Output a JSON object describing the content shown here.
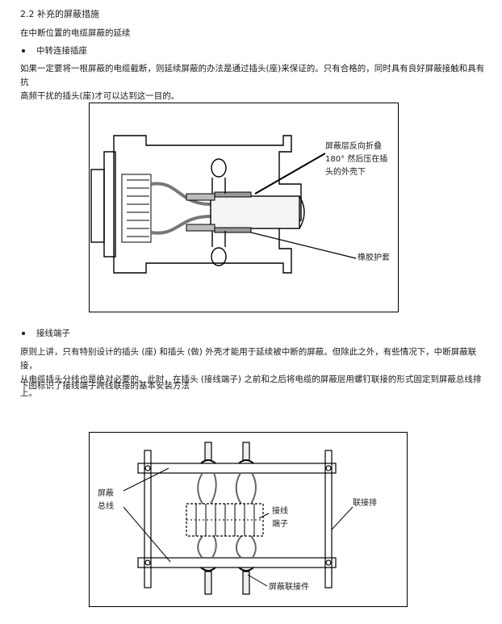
{
  "heading": "2.2 补充的屏蔽措施",
  "subheading": "在中断位置的电缆屏蔽的延续",
  "bullet1": "中转连接插座",
  "para1_line1": "如果一定要将一根屏蔽的电缆截断，则延续屏蔽的办法是通过插头(座)来保证的。只有合格的，同时具有良好屏蔽接触和具有抗",
  "para1_line2": "高频干扰的插头(座)才可以达到这一目的。",
  "figure1": {
    "label_shield_1": "屏蔽层反向折叠",
    "label_shield_2": "180° 然后压在插",
    "label_shield_3": "头的外壳下",
    "label_rubber": "橡胶护套"
  },
  "bullet2": "接线端子",
  "para2_line1": "原则上讲，只有特别设计的插头 (座) 和插头 (做) 外壳才能用于延续被中断的屏蔽。但除此之外，有些情况下，中断屏蔽联接，",
  "para2_line2": "从电缆插头分线也是绝对必要的。此时，在插头 (接线端子) 之前和之后将电缆的屏蔽层用螺钉联接的形式固定到屏蔽总线排上。",
  "para3": "下图标识了接线端子跨线联接的基本安装方法",
  "figure2": {
    "label_bus_1": "屏蔽",
    "label_bus_2": "总线",
    "label_terminal_1": "接线",
    "label_terminal_2": "端子",
    "label_bar": "联接排",
    "label_clamp": "屏蔽联接件"
  },
  "icons": [
    "bullet-dot",
    "connector-drawing",
    "terminal-block-drawing"
  ]
}
